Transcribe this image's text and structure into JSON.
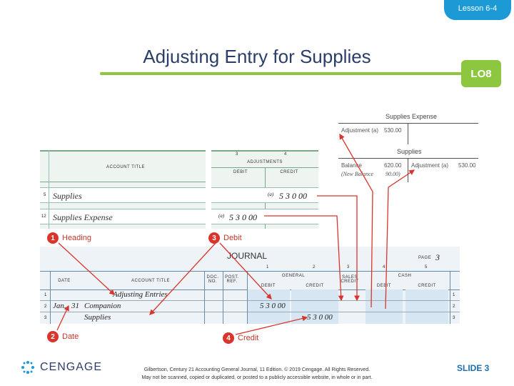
{
  "header": {
    "lesson": "Lesson 6-4",
    "title": "Adjusting Entry for Supplies",
    "lo_badge": "LO8"
  },
  "colors": {
    "accent_green": "#8dc63f",
    "lesson_tab": "#1b9ad6",
    "callout_red": "#d9352b",
    "journal_blue": "#d6e6f3"
  },
  "t_accounts": {
    "supplies_expense": {
      "title": "Supplies Expense",
      "debit_label": "Adjustment (a)",
      "debit_value": "530.00"
    },
    "supplies": {
      "title": "Supplies",
      "debit_rows": [
        {
          "label": "Balance",
          "value": "620.00"
        },
        {
          "label": "(New Balance",
          "value": "90.00)"
        }
      ],
      "credit_label": "Adjustment (a)",
      "credit_value": "530.00"
    }
  },
  "worksheet": {
    "col_numbers": [
      "3",
      "4"
    ],
    "account_title_header": "ACCOUNT TITLE",
    "adjustments_header": "ADJUSTMENTS",
    "debit_header": "DEBIT",
    "credit_header": "CREDIT",
    "rows": [
      {
        "line": "5",
        "account": "Supplies",
        "ref": "(a)",
        "debit": "",
        "credit": "5 3 0 00"
      },
      {
        "line": "12",
        "account": "Supplies Expense",
        "ref": "(a)",
        "debit": "5 3 0 00",
        "credit": ""
      }
    ]
  },
  "callouts": {
    "c1": {
      "num": "1",
      "label": "Heading"
    },
    "c2": {
      "num": "2",
      "label": "Date"
    },
    "c3": {
      "num": "3",
      "label": "Debit"
    },
    "c4": {
      "num": "4",
      "label": "Credit"
    }
  },
  "journal": {
    "title": "JOURNAL",
    "page_label": "PAGE",
    "page_number": "3",
    "col_numbers": [
      "1",
      "2",
      "3",
      "4",
      "5"
    ],
    "headers": {
      "date": "DATE",
      "account_title": "ACCOUNT TITLE",
      "doc_no": "DOC. NO.",
      "post_ref": "POST. REF.",
      "general": "GENERAL",
      "debit": "DEBIT",
      "credit": "CREDIT",
      "sales_credit": "SALES CREDIT",
      "cash": "CASH",
      "cash_debit": "DEBIT",
      "cash_credit": "CREDIT"
    },
    "rows": [
      {
        "line": "1",
        "month": "",
        "day": "",
        "account": "Adjusting Entries",
        "gen_debit": "",
        "gen_credit": ""
      },
      {
        "line": "2",
        "month": "Jan.",
        "day": "31",
        "account": "Companion",
        "gen_debit": "5 3 0 00",
        "gen_credit": ""
      },
      {
        "line": "3",
        "month": "",
        "day": "",
        "account": "Supplies",
        "gen_debit": "",
        "gen_credit": "5 3 0 00"
      }
    ]
  },
  "footer": {
    "brand": "CENGAGE",
    "copyright_line1": "Gilbertson, Century 21 Accounting General Journal, 11 Edition. © 2019 Cengage. All Rights Reserved.",
    "copyright_line2": "May not be scanned, copied or duplicated, or posted to a publicly accessible website, in whole or in part.",
    "slide": "SLIDE 3"
  }
}
